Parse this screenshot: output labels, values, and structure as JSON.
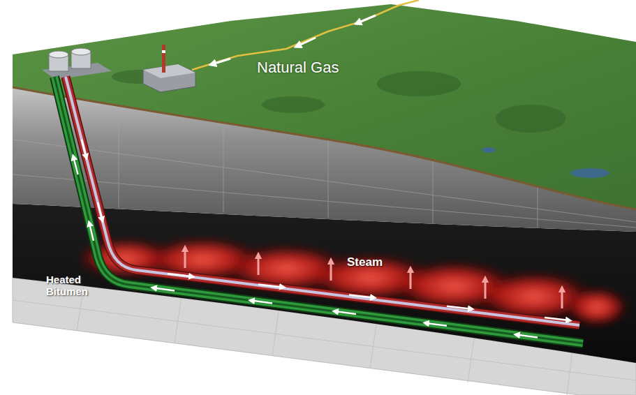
{
  "diagram": {
    "labels": [
      "Natural Gas",
      "Steam",
      "Heated Bitumen"
    ]
  }
}
